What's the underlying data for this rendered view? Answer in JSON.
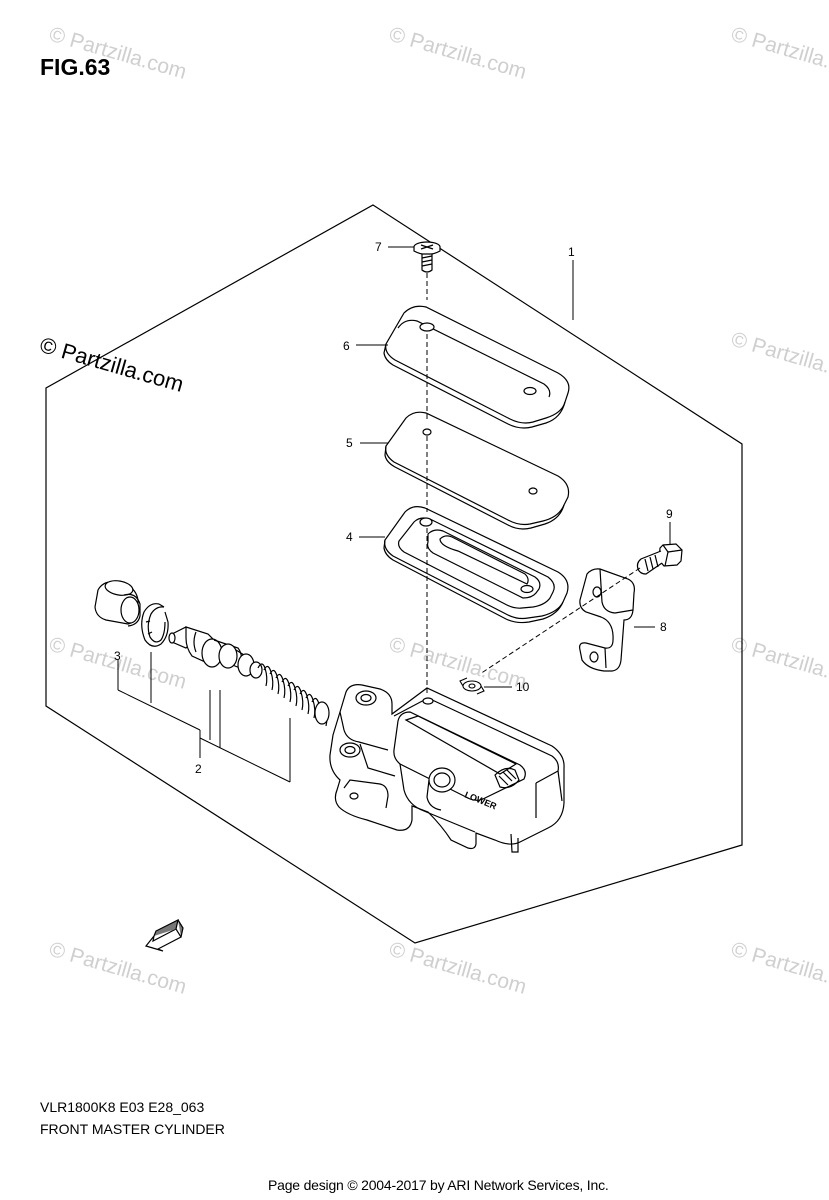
{
  "figure": {
    "title": "FIG.63",
    "model_code": "VLR1800K8 E03 E28_063",
    "assembly_name": "FRONT MASTER CYLINDER"
  },
  "footer": {
    "credit": "Page design © 2004-2017 by ARI Network Services, Inc."
  },
  "watermark": {
    "text": "© Partzilla.com"
  },
  "labels": {
    "p1": "1",
    "p2": "2",
    "p3": "3",
    "p4": "4",
    "p5": "5",
    "p6": "6",
    "p7": "7",
    "p8": "8",
    "p9": "9",
    "p10": "10"
  },
  "markings": {
    "fwd": "FWD",
    "lower": "LOWER"
  },
  "colors": {
    "line": "#000000",
    "watermark": "#c8c8c8",
    "background": "#ffffff"
  }
}
